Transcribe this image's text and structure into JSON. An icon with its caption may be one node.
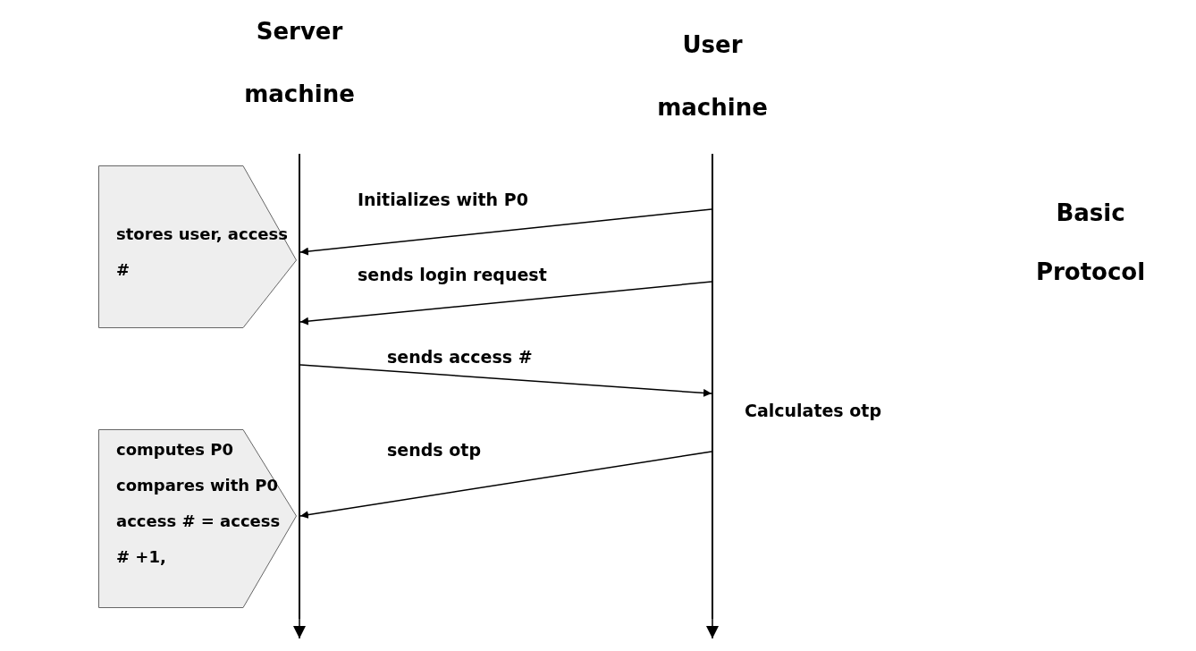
{
  "diagram": {
    "nodes": [
      {
        "text": [
          "Server machine"
        ]
      },
      {
        "text": [
          "User machine"
        ]
      },
      {
        "text": [
          "stores user, access #"
        ]
      },
      {
        "text": [
          "computes P0",
          "compares with P0",
          "access # = access # +1,"
        ]
      }
    ],
    "edges": [
      {
        "from": 0,
        "to": null,
        "arrow": "to"
      },
      {
        "from": 1,
        "to": null,
        "arrow": "to"
      },
      {
        "from": 1,
        "to": 0,
        "arrow": "to",
        "label": "Initializes with P0"
      },
      {
        "from": 1,
        "to": 0,
        "arrow": "to",
        "label": "sends login request"
      },
      {
        "from": 0,
        "to": 1,
        "arrow": "to",
        "label": "sends access #"
      },
      {
        "from": 1,
        "to": 0,
        "arrow": "to",
        "label": "sends otp"
      }
    ],
    "labels": [
      "Calculates otp",
      "Basic Protocol"
    ]
  }
}
